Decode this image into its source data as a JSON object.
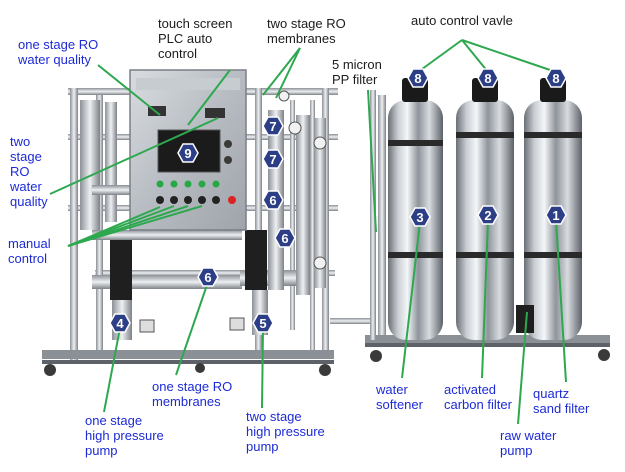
{
  "labels": {
    "touch_screen": "touch screen\nPLC auto\ncontrol",
    "two_stage_ro_membranes": "two stage RO\nmembranes",
    "auto_control_valve": "auto control vavle",
    "one_stage_ro_water_quality": "one stage RO\nwater quality",
    "five_micron_pp_filter": "5 micron\nPP filter",
    "two_stage_ro_water_quality": "two\nstage\nRO\nwater\nquality",
    "manual_control": "manual\ncontrol",
    "one_stage_ro_membranes": "one stage RO\nmembranes",
    "one_stage_high_pressure_pump": "one stage\nhigh pressure\npump",
    "two_stage_high_pressure_pump": "two stage\nhigh pressure\npump",
    "water_softener": "water\nsoftener",
    "activated_carbon_filter": "activated\ncarbon filter",
    "quartz_sand_filter": "quartz\nsand filter",
    "raw_water_pump": "raw water\npump"
  },
  "badges": {
    "b1": "1",
    "b2": "2",
    "b3": "3",
    "b4": "4",
    "b5": "5",
    "b6a": "6",
    "b6b": "6",
    "b6c": "6",
    "b7a": "7",
    "b7b": "7",
    "b8a": "8",
    "b8b": "8",
    "b8c": "8",
    "b9": "9"
  },
  "colors": {
    "label_blue": "#1d2bd6",
    "leader_green": "#2ea84f",
    "badge_fill": "#2c3e86"
  }
}
